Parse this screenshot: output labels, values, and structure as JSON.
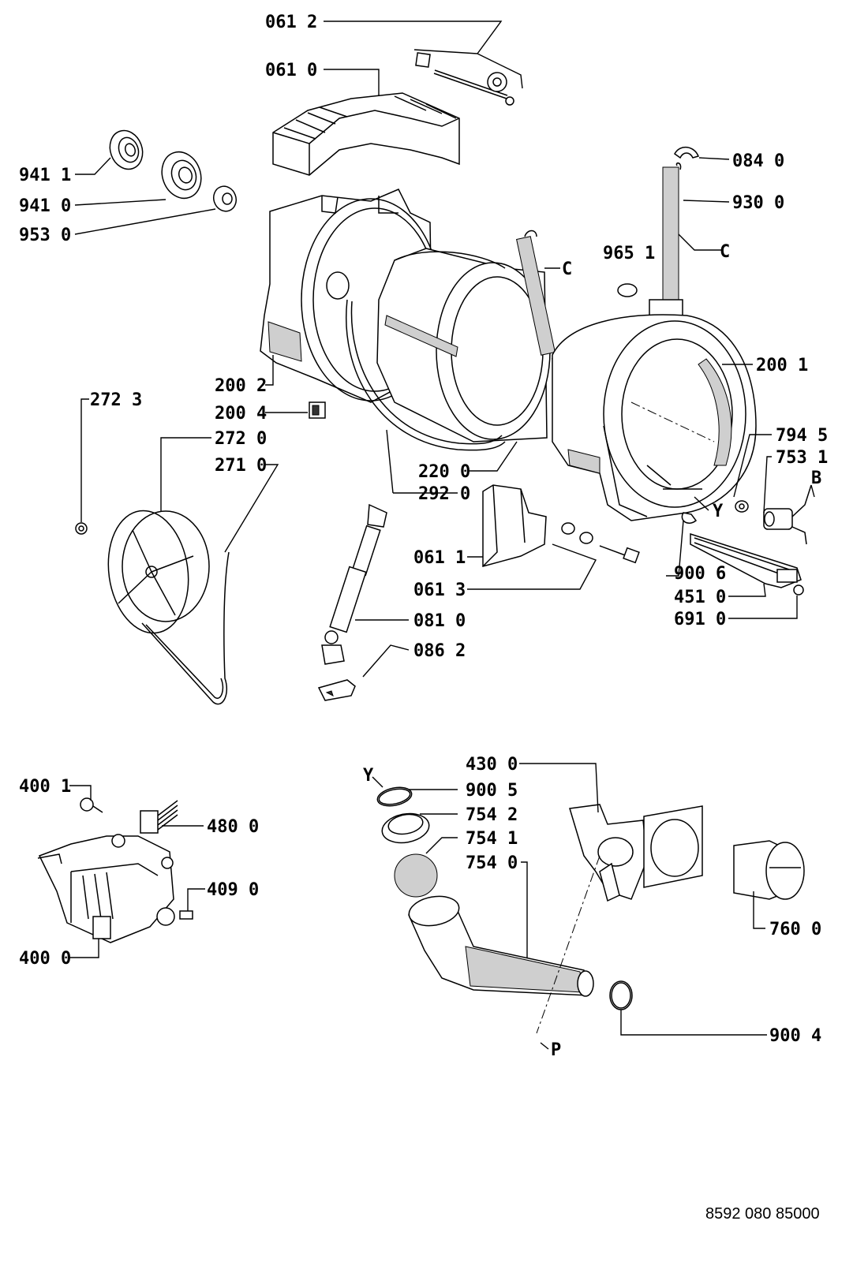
{
  "labels": [
    {
      "id": "l0612",
      "text": "061 2"
    },
    {
      "id": "l0610",
      "text": "061 0"
    },
    {
      "id": "l9411",
      "text": "941 1"
    },
    {
      "id": "l9410",
      "text": "941 0"
    },
    {
      "id": "l9530",
      "text": "953 0"
    },
    {
      "id": "l0840",
      "text": "084 0"
    },
    {
      "id": "l9300",
      "text": "930 0"
    },
    {
      "id": "l9651",
      "text": "965 1"
    },
    {
      "id": "l2001",
      "text": "200 1"
    },
    {
      "id": "l2002",
      "text": "200 2"
    },
    {
      "id": "l2004",
      "text": "200 4"
    },
    {
      "id": "l2723",
      "text": "272 3"
    },
    {
      "id": "l2720",
      "text": "272 0"
    },
    {
      "id": "l2710",
      "text": "271 0"
    },
    {
      "id": "l2200",
      "text": "220 0"
    },
    {
      "id": "l2920",
      "text": "292 0"
    },
    {
      "id": "l7945",
      "text": "794 5"
    },
    {
      "id": "l7531",
      "text": "753 1"
    },
    {
      "id": "l0611",
      "text": "061 1"
    },
    {
      "id": "l0613",
      "text": "061 3"
    },
    {
      "id": "l9006",
      "text": "900 6"
    },
    {
      "id": "l4510",
      "text": "451 0"
    },
    {
      "id": "l6910",
      "text": "691 0"
    },
    {
      "id": "l0810",
      "text": "081 0"
    },
    {
      "id": "l0862",
      "text": "086 2"
    },
    {
      "id": "l4001",
      "text": "400 1"
    },
    {
      "id": "l4800",
      "text": "480 0"
    },
    {
      "id": "l4090",
      "text": "409 0"
    },
    {
      "id": "l4000",
      "text": "400 0"
    },
    {
      "id": "l4300",
      "text": "430 0"
    },
    {
      "id": "l9005",
      "text": "900 5"
    },
    {
      "id": "l7542",
      "text": "754 2"
    },
    {
      "id": "l7541",
      "text": "754 1"
    },
    {
      "id": "l7540",
      "text": "754 0"
    },
    {
      "id": "l7600",
      "text": "760 0"
    },
    {
      "id": "l9004",
      "text": "900 4"
    }
  ],
  "letters": [
    {
      "id": "cA",
      "text": "C"
    },
    {
      "id": "cB",
      "text": "C"
    },
    {
      "id": "y1",
      "text": "Y"
    },
    {
      "id": "b1",
      "text": "B"
    },
    {
      "id": "y2",
      "text": "Y"
    },
    {
      "id": "p1",
      "text": "P"
    }
  ],
  "document_code": "8592 080 85000"
}
